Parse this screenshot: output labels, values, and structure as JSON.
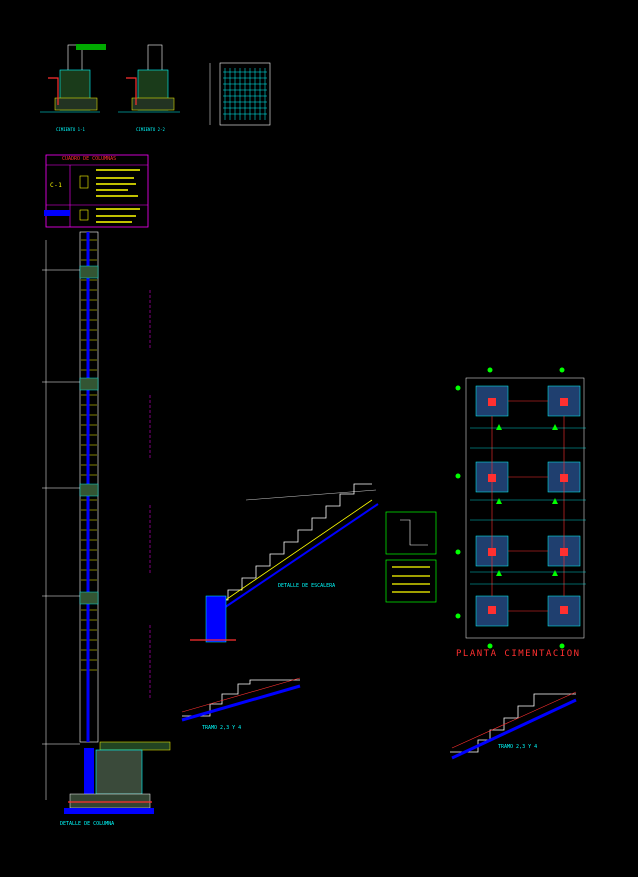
{
  "column_schedule": {
    "title": "CUADRO DE COLUMNAS",
    "type": "C-1"
  },
  "footing_sections": {
    "a_label": "CIMIENTO 1-1",
    "b_label": "CIMIENTO 2-2"
  },
  "plan_labels": {
    "foundation_plan": "PLANTA CIMENTACION",
    "stair_detail": "DETALLE DE ESCALERA",
    "stair_section_a": "TRAMO 2,3 Y 4",
    "stair_section_b": "TRAMO 2,3 Y 4",
    "column_elevation": "DETALLE DE COLUMNA"
  },
  "colors": {
    "cad_background": "#000000",
    "annotation": "#ffff00",
    "dimension": "#00ffff",
    "reinforcement": "#ff3030",
    "concrete_fill": "#0000ff",
    "schedule_frame": "#ff00ff",
    "grid_marker": "#00ff00"
  }
}
